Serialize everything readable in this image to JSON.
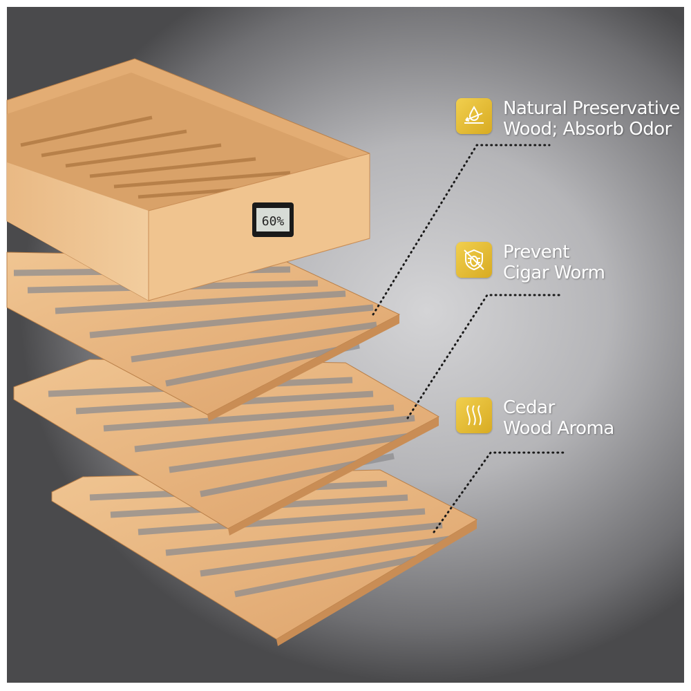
{
  "hygrometer": {
    "reading": "60%"
  },
  "features": [
    {
      "icon": "water-drop-shield-icon",
      "line1": "Natural Preservative",
      "line2": "Wood; Absorb Odor"
    },
    {
      "icon": "bug-shield-icon",
      "line1": "Prevent",
      "line2": "Cigar Worm"
    },
    {
      "icon": "aroma-waves-icon",
      "line1": "Cedar",
      "line2": "Wood Aroma"
    }
  ],
  "colors": {
    "accent": "#e6bd35",
    "wood": "#e8b57e",
    "wood_dark": "#c98d55"
  }
}
